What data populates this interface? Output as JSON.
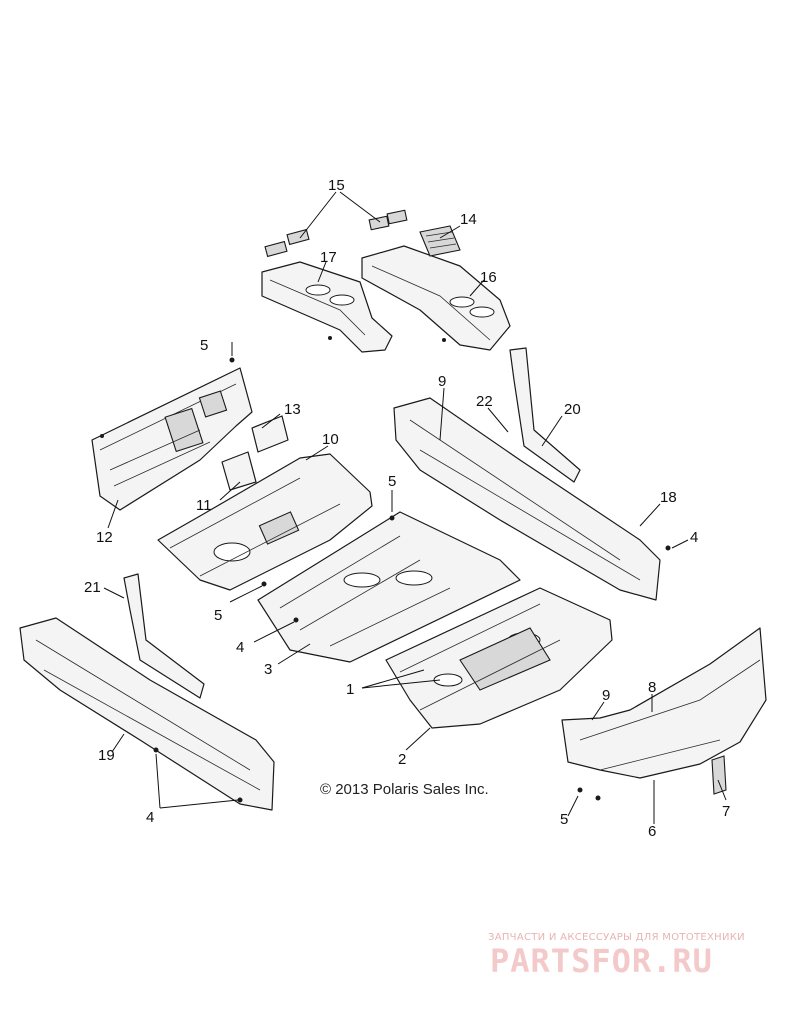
{
  "callouts": {
    "c1": "1",
    "c2": "2",
    "c3": "3",
    "c4a": "4",
    "c4b": "4",
    "c4c": "4",
    "c5a": "5",
    "c5b": "5",
    "c5c": "5",
    "c5d": "5",
    "c6": "6",
    "c7": "7",
    "c8": "8",
    "c9a": "9",
    "c9b": "9",
    "c10": "10",
    "c11": "11",
    "c12": "12",
    "c13": "13",
    "c14": "14",
    "c15": "15",
    "c16": "16",
    "c17": "17",
    "c18": "18",
    "c19": "19",
    "c20": "20",
    "c21": "21",
    "c22": "22"
  },
  "copyright": "© 2013 Polaris Sales Inc.",
  "watermark": {
    "tagline": "ЗАПЧАСТИ И АКСЕССУАРЫ ДЛЯ МОТОТЕХНИКИ",
    "logo": "PARTSFOR.RU"
  }
}
